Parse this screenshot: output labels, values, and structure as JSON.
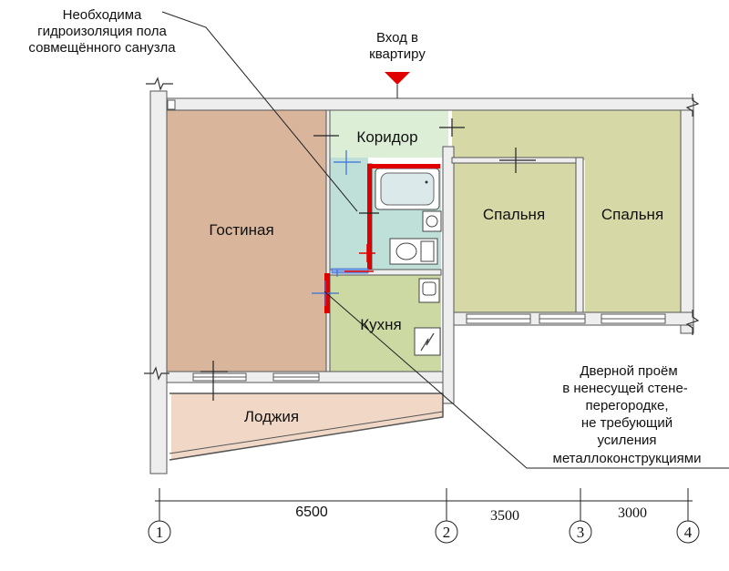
{
  "annotations": {
    "waterproofing": [
      "Необходима",
      "гидроизоляция пола",
      "совмещённого санузла"
    ],
    "entrance": [
      "Вход в",
      "квартиру"
    ],
    "doorway": [
      "Дверной проём",
      "в ненесущей стене-",
      "перегородке,",
      "не требующий",
      "усиления",
      "металлоконструкциями"
    ]
  },
  "rooms": {
    "living": "Гостиная",
    "corridor": "Коридор",
    "bedroom1": "Спальня",
    "bedroom2": "Спальня",
    "kitchen": "Кухня",
    "loggia": "Лоджия"
  },
  "dimensions": {
    "d1": "6500",
    "d2": "3500",
    "d3": "3000"
  },
  "axes": [
    "1",
    "2",
    "3",
    "4"
  ],
  "colors": {
    "living": "#d9b59b",
    "corridor": "#dcefd6",
    "bathroom": "#bfe0d9",
    "bedroom": "#d6d8a6",
    "kitchen": "#cdd9a3",
    "loggia": "#f1d8c6",
    "wall": "#eeeeee",
    "red": "#e00000",
    "blue": "#3a6fd8"
  }
}
